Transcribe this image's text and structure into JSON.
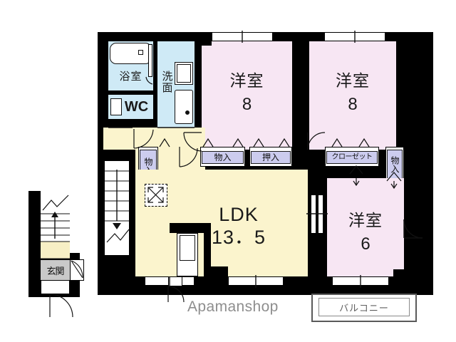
{
  "plan": {
    "watermark": "Apamanshop",
    "colors": {
      "wall": "#000000",
      "room_pink": "#f7e6f3",
      "room_yellow": "#fbf4cd",
      "room_blue": "#cfeaf6",
      "storage_tag": "#ccccee",
      "entrance_grey": "#c9c9c9",
      "balcony_border": "#5a5a5a",
      "watermark_text": "#8e8e8e"
    },
    "rooms": [
      {
        "id": "bath",
        "name": "浴室",
        "size": ""
      },
      {
        "id": "washroom",
        "name": "洗面",
        "size": ""
      },
      {
        "id": "toilet",
        "name": "WC",
        "size": ""
      },
      {
        "id": "western1",
        "name": "洋室",
        "size": "8"
      },
      {
        "id": "western2",
        "name": "洋室",
        "size": "8"
      },
      {
        "id": "western3",
        "name": "洋室",
        "size": "6"
      },
      {
        "id": "ldk",
        "name": "LDK",
        "size": "13．5"
      },
      {
        "id": "entrance",
        "name": "玄関",
        "size": ""
      },
      {
        "id": "balcony",
        "name": "バルコニー",
        "size": ""
      }
    ],
    "storage": [
      {
        "id": "monoire-left",
        "label": "物入",
        "orientation": "vertical"
      },
      {
        "id": "monoire-mid",
        "label": "物入",
        "orientation": "horizontal"
      },
      {
        "id": "oshiire",
        "label": "押入",
        "orientation": "horizontal"
      },
      {
        "id": "closet",
        "label": "クローゼット",
        "orientation": "horizontal"
      },
      {
        "id": "monoire-right",
        "label": "物入",
        "orientation": "vertical"
      }
    ],
    "labels": {
      "bath": "浴室",
      "washroom": "洗面",
      "toilet": "WC",
      "western_name": "洋室",
      "western1_size": "8",
      "western2_size": "8",
      "western3_size": "6",
      "ldk_name": "LDK",
      "ldk_size": "13．5",
      "entrance": "玄関",
      "balcony": "バルコニー",
      "monoire": "物入",
      "oshiire": "押入",
      "closet": "クローゼット"
    }
  }
}
